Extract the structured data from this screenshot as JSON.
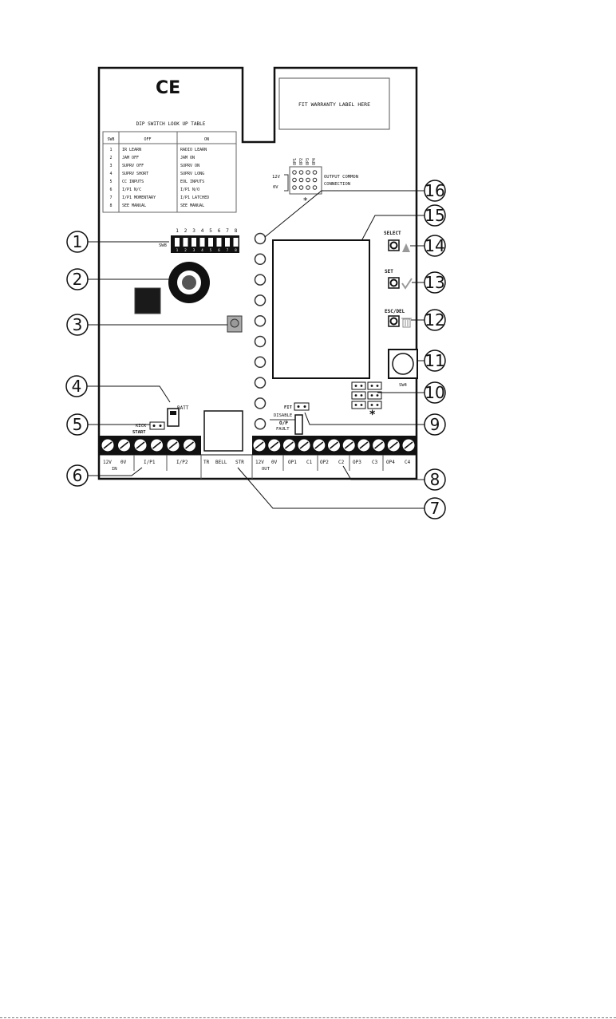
{
  "ce_mark": "CE",
  "warranty_label": "FIT WARRANTY LABEL HERE",
  "dip_table": {
    "title": "DIP SWITCH LOOK UP TABLE",
    "headers": [
      "SW8",
      "OFF",
      "ON"
    ],
    "rows": [
      [
        "1",
        "IR LEARN",
        "RADIO LEARN"
      ],
      [
        "2",
        "JAM OFF",
        "JAM ON"
      ],
      [
        "3",
        "SUPRV OFF",
        "SUPRV ON"
      ],
      [
        "4",
        "SUPRV SHORT",
        "SUPRV LONG"
      ],
      [
        "5",
        "CC INPUTS",
        "EOL INPUTS"
      ],
      [
        "6",
        "I/P1 N/C",
        "I/P1 N/O"
      ],
      [
        "7",
        "I/P1 MOMENTARY",
        "I/P1 LATCHED"
      ],
      [
        "8",
        "SEE MANUAL",
        "SEE MANUAL"
      ]
    ]
  },
  "dip_switch": {
    "label": "SW8",
    "numbers": [
      "1",
      "2",
      "3",
      "4",
      "5",
      "6",
      "7",
      "8"
    ]
  },
  "output_common": {
    "op_labels": [
      "OP1",
      "OP2",
      "OP3",
      "OP4"
    ],
    "voltage_labels": [
      "12V",
      "0V"
    ],
    "line1": "OUTPUT COMMON",
    "line2": "CONNECTION",
    "asterisk": "*"
  },
  "buttons": {
    "select": "SELECT",
    "set": "SET",
    "esc_del": "ESC/DEL",
    "sw4": "SW4"
  },
  "jumpers": {
    "batt": "BATT",
    "kick": "KICK",
    "start": "START",
    "fit": "FIT",
    "disable": "DISABLE",
    "op": "O/P",
    "fault": "FAULT",
    "asterisk": "*"
  },
  "terminals_left": [
    "12V",
    "IN",
    "0V",
    "I/P1",
    "I/P2",
    "TR",
    "BELL",
    "STR"
  ],
  "terminals_right": [
    "12V",
    "OUT",
    "0V",
    "OP1",
    "C1",
    "OP2",
    "C2",
    "OP3",
    "C3",
    "OP4",
    "C4"
  ],
  "callouts": [
    "1",
    "2",
    "3",
    "4",
    "5",
    "6",
    "7",
    "8",
    "9",
    "10",
    "11",
    "12",
    "13",
    "14",
    "15",
    "16"
  ]
}
